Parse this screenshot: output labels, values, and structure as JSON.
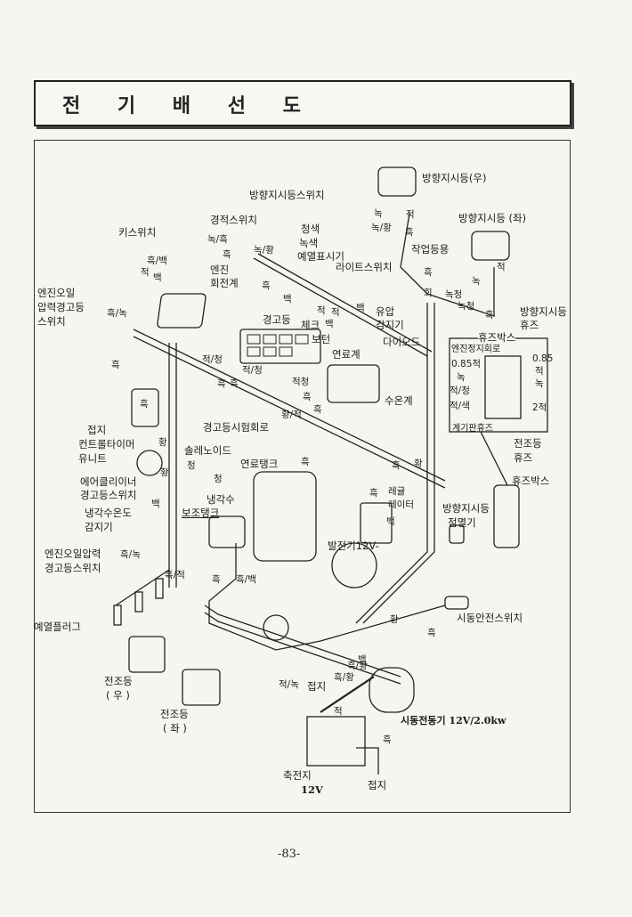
{
  "title": "전 기 배 선 도",
  "page_number": "-83-",
  "components": {
    "turn_signal_switch": "방향지시등스위치",
    "horn_switch": "경적스위치",
    "blue": "청색",
    "green": "녹색",
    "preheat_indicator": "예열표시기",
    "key_switch": "키스위치",
    "tachometer": [
      "엔진",
      "회전계"
    ],
    "oil_pressure_switch_top": [
      "엔진오일",
      "압력경고등",
      "스위치"
    ],
    "warning_lamp": "경고등",
    "check_button": [
      "체크",
      "보턴"
    ],
    "fuel_gauge": "연료계",
    "turn_lamp_right": "방향지시등(우)",
    "turn_lamp_left": "방향지시등 (좌)",
    "work_lamp": "작업등용",
    "light_switch": "라이트스위치",
    "oil_pressure_sensor": [
      "유압",
      "감지기"
    ],
    "diode": "다이오드",
    "turn_fuse": [
      "방향지시등",
      "휴즈"
    ],
    "fuse_box_top": "휴즈박스",
    "engine_stop_circuit": "엔진정지회로",
    "temp_gauge": "수온계",
    "meter_fuse": "계기판휴즈",
    "headlamp_fuse": [
      "전조등",
      "휴즈"
    ],
    "ground1": "접지",
    "controller_unit": [
      "컨트롤타이머",
      "유니트"
    ],
    "warning_test_circuit": "경고등시험회로",
    "solenoid": "솔레노이드",
    "fuel_tank": "연료탱크",
    "fuse_box": "휴즈박스",
    "air_cleaner_switch": [
      "에어클리이너",
      "경고등스위치"
    ],
    "coolant_tank": [
      "냉각수",
      "보조탱크"
    ],
    "coolant_temp_sensor": [
      "냉각수온도",
      "감지기"
    ],
    "regulator": [
      "레귤",
      "레이터"
    ],
    "flasher": [
      "방향지시등",
      "점멸기"
    ],
    "alternator": "발전기12V-",
    "oil_pressure_switch": [
      "엔진오일압력",
      "경고등스위치"
    ],
    "glow_plug": "예열플러그",
    "safety_start_switch": "시동안전스위치",
    "headlamp_right": [
      "전조등",
      "( 우 )"
    ],
    "headlamp_left": [
      "전조등",
      "( 좌 )"
    ],
    "starter": "시동전동기  12V/2.0kw",
    "battery": [
      "축전지",
      "12V"
    ],
    "ground2": "접지",
    "ground3": "접지"
  },
  "fuse_box_labels": [
    "0.85적",
    "녹",
    "적/청",
    "적/색",
    "0.85",
    "적",
    "녹",
    "2적"
  ],
  "wire_labels": [
    "흑/백",
    "적",
    "백",
    "흑/녹",
    "녹/흑",
    "흑",
    "녹/황",
    "흑",
    "백",
    "적",
    "적/청",
    "흑",
    "적/청",
    "흑",
    "적청",
    "흑",
    "흑",
    "녹",
    "적",
    "녹/황",
    "흑",
    "흑",
    "회",
    "녹청",
    "녹",
    "적",
    "녹청",
    "흑",
    "적",
    "백",
    "백",
    "황/적",
    "흑",
    "흑",
    "황",
    "청",
    "청",
    "황",
    "백",
    "흑/녹",
    "흑/적",
    "흑",
    "흑/백",
    "흑",
    "황",
    "흑",
    "백",
    "흑/황",
    "흑/황",
    "백",
    "흑",
    "흑",
    "황",
    "적/녹",
    "적",
    "흑"
  ]
}
